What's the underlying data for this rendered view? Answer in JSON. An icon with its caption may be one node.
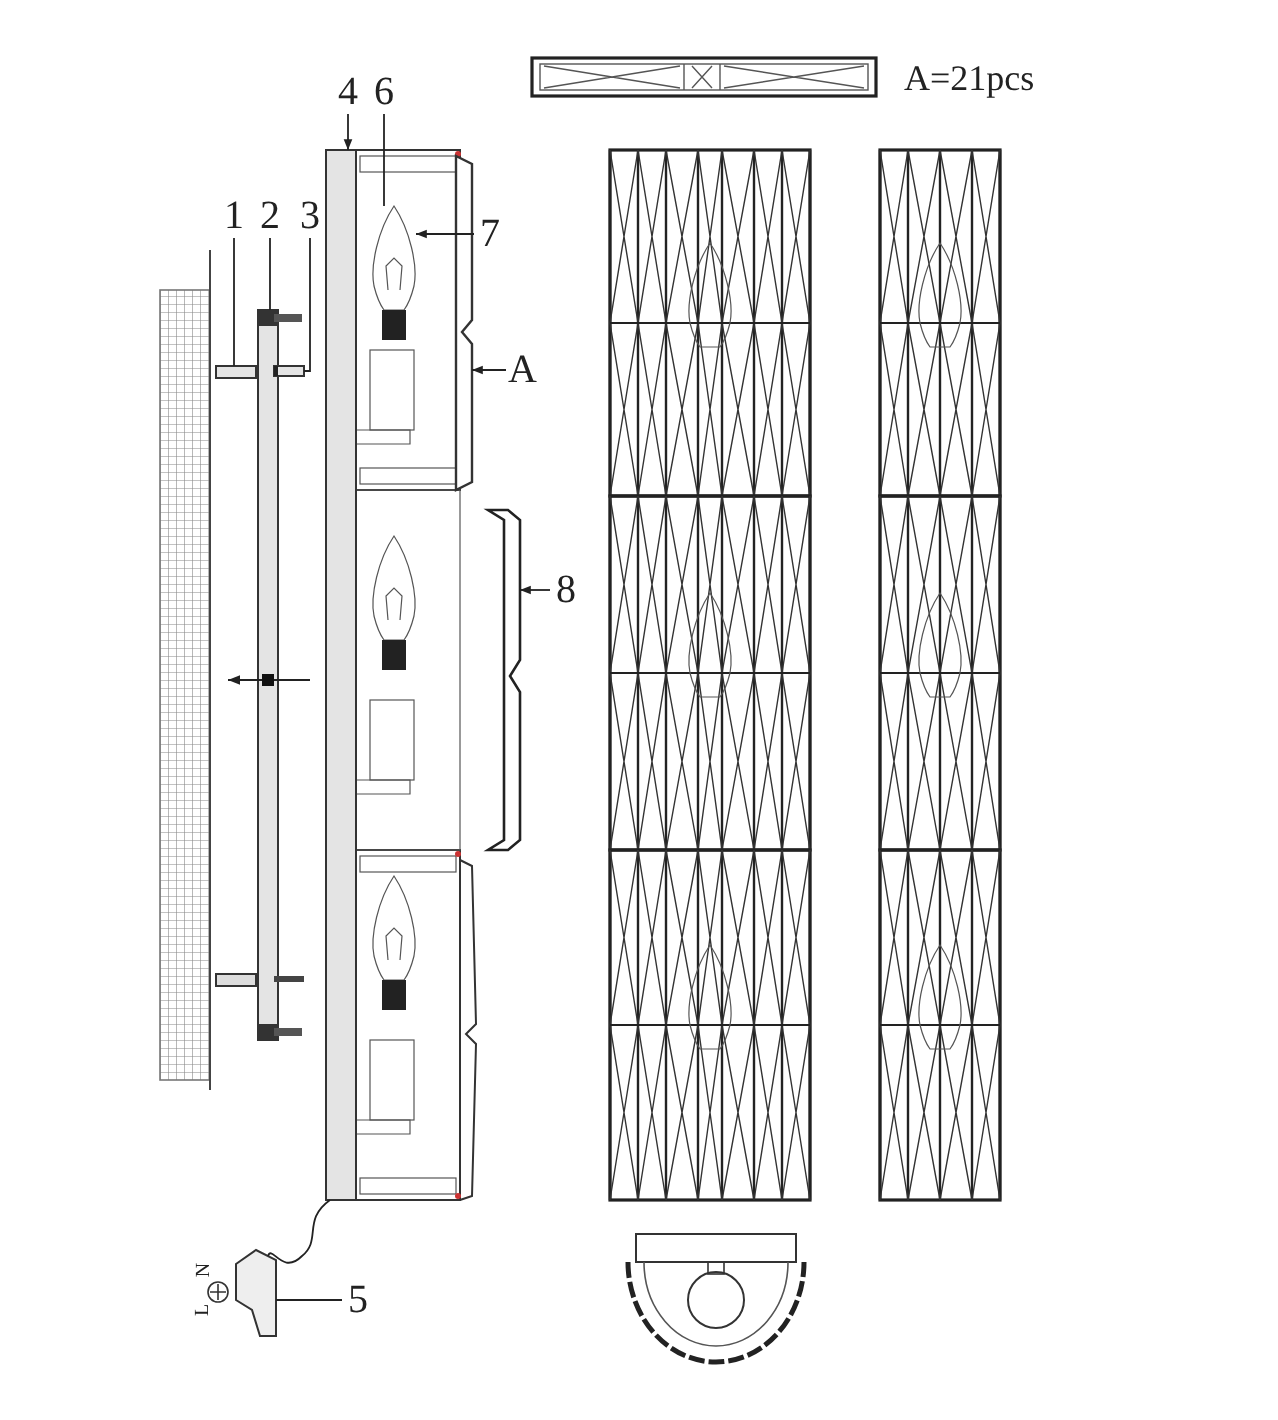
{
  "diagram": {
    "nodes": [
      {
        "text": [
          "1"
        ]
      },
      {
        "text": [
          "2"
        ]
      },
      {
        "text": [
          "3"
        ]
      },
      {
        "text": [
          "4"
        ]
      },
      {
        "text": [
          "6"
        ]
      },
      {
        "text": [
          "7"
        ]
      },
      {
        "text": [
          "A"
        ]
      },
      {
        "text": [
          "8"
        ]
      },
      {
        "text": [
          "5"
        ]
      },
      {
        "text": [],
        "shape": "bar"
      },
      {
        "text": [],
        "shape": "bar"
      },
      {
        "text": [],
        "shape": "bar"
      },
      {
        "text": [],
        "shape": "bar"
      },
      {
        "text": [],
        "shape": "picture"
      },
      {
        "text": [],
        "shape": "picture"
      },
      {
        "text": [],
        "shape": "picture"
      },
      {
        "text": [],
        "shape": "picture"
      }
    ],
    "edges": [
      {
        "from": 0,
        "to": 9,
        "arrow": "none"
      },
      {
        "from": 1,
        "to": 10,
        "arrow": "none"
      },
      {
        "from": 2,
        "to": 11,
        "arrow": "none"
      },
      {
        "from": 3,
        "to": 12,
        "arrow": "to"
      },
      {
        "from": 4,
        "to": 13,
        "arrow": "none"
      },
      {
        "from": 5,
        "to": 13,
        "arrow": "to"
      },
      {
        "from": 6,
        "to": 14,
        "arrow": "to"
      },
      {
        "from": 7,
        "to": 15,
        "arrow": "to"
      },
      {
        "from": 8,
        "to": 16,
        "arrow": "none"
      },
      {
        "from": 12,
        "to": 16,
        "arrow": "none"
      }
    ],
    "labels": [
      "A=21pcs",
      "N",
      "L"
    ]
  }
}
